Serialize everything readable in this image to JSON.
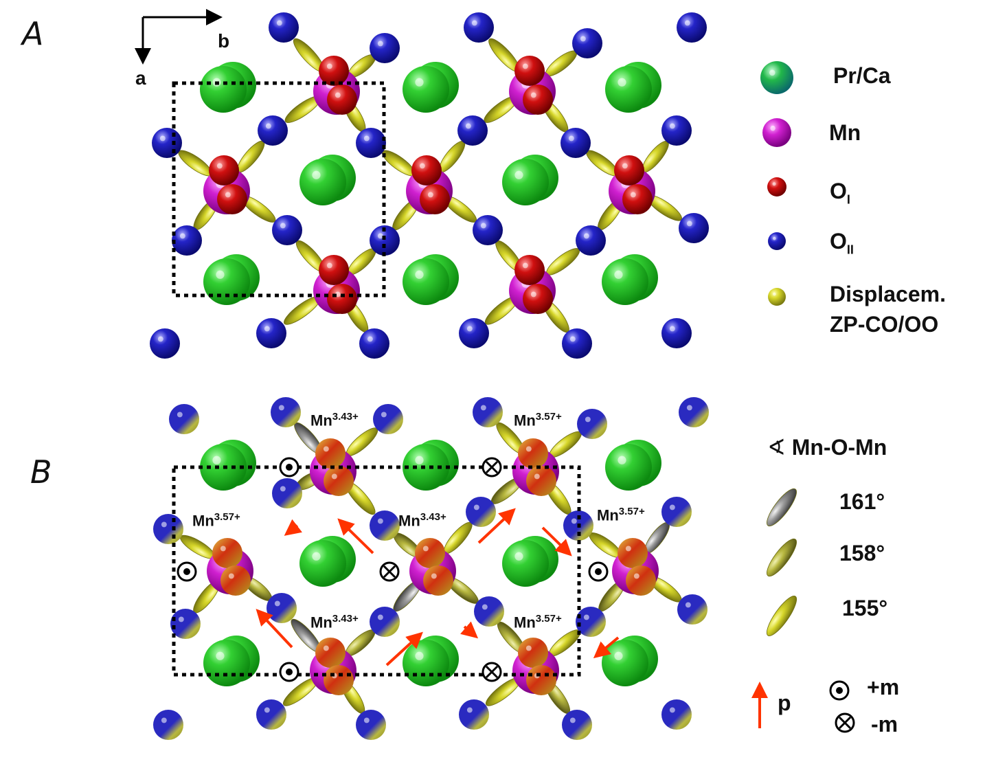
{
  "panels": {
    "a": "A",
    "b": "B"
  },
  "axes": {
    "horizontal": "b",
    "vertical": "a"
  },
  "legend_top": [
    {
      "icon": "pr-ca-sphere",
      "label": "Pr/Ca",
      "color": "#1fb63a"
    },
    {
      "icon": "mn-sphere",
      "label": "Mn",
      "color": "#c01cc0"
    },
    {
      "icon": "oxygen-one-sphere",
      "label": "O",
      "sub": "I",
      "color": "#c40000"
    },
    {
      "icon": "oxygen-two-sphere",
      "label": "O",
      "sub": "II",
      "color": "#1a1aa8"
    },
    {
      "icon": "displacement-ellipsoid",
      "label": "Displacem.",
      "label2": "ZP-CO/OO",
      "color": "#b8b822"
    }
  ],
  "legend_bottom": {
    "angle_title": "Mn-O-Mn",
    "angles": [
      {
        "label": "161°",
        "color": "#808080"
      },
      {
        "label": "158°",
        "color": "#a0a050"
      },
      {
        "label": "155°",
        "color": "#c8c830"
      }
    ],
    "polarization": "p",
    "plus_m": "+m",
    "minus_m": "-m"
  },
  "mn_labels": [
    {
      "base": "Mn",
      "sup": "3.43+"
    },
    {
      "base": "Mn",
      "sup": "3.57+"
    },
    {
      "base": "Mn",
      "sup": "3.57+"
    },
    {
      "base": "Mn",
      "sup": "3.43+"
    },
    {
      "base": "Mn",
      "sup": "3.57+"
    },
    {
      "base": "Mn",
      "sup": "3.43+"
    },
    {
      "base": "Mn",
      "sup": "3.57+"
    }
  ]
}
